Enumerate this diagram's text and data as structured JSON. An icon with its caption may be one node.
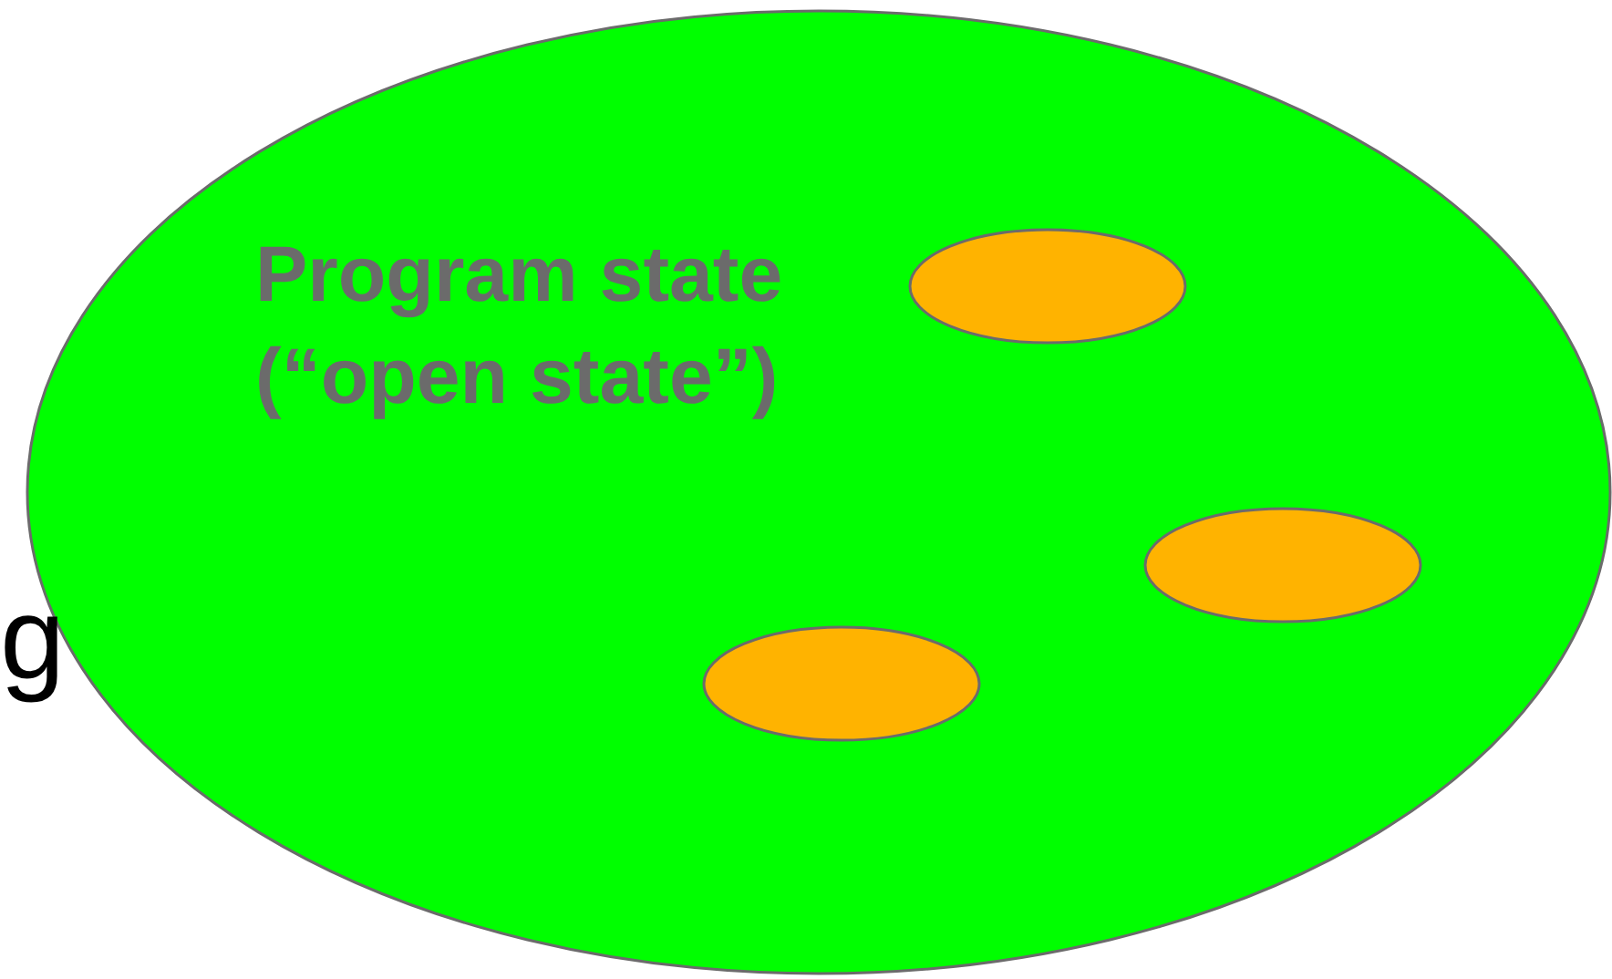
{
  "diagram": {
    "nodes": [
      {
        "text": [
          "Program state (“open state”)"
        ]
      },
      {
        "text": [],
        "shape": "ellipse",
        "in": 0
      },
      {
        "text": [],
        "shape": "ellipse",
        "in": 0
      },
      {
        "text": [],
        "shape": "ellipse",
        "in": 0
      }
    ],
    "labels": [
      "g"
    ]
  }
}
